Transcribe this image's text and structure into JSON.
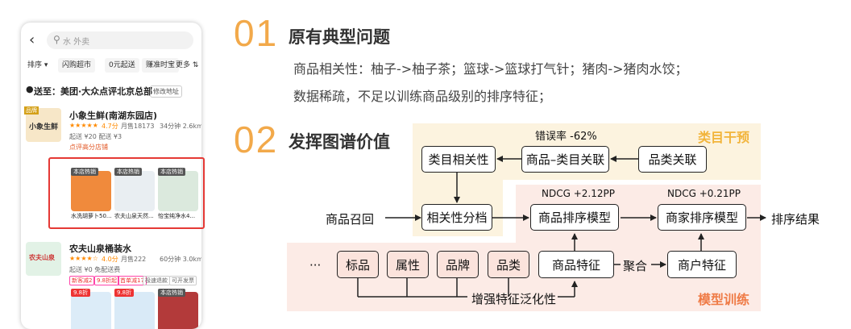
{
  "phone": {
    "back_icon": "chevron-left-icon",
    "search_placeholder": "水 外卖",
    "filters": [
      {
        "label": "排序 ▾"
      },
      {
        "label": "闪购超市"
      },
      {
        "label": "0元起送"
      },
      {
        "label": "赚准时宝"
      },
      {
        "label": "更多 ⇅"
      }
    ],
    "address": "送至：美团·大众点评北京总部",
    "address_edit": "修改地址",
    "stores": [
      {
        "logo_text": "小象生鲜",
        "logo_badge": "品牌",
        "name": "小象生鲜(南湖东园店)",
        "rating": "4.7分",
        "sales": "月售18173",
        "time_dist": "34分钟 2.6km",
        "delivery": "起送 ¥20  配送 ¥3",
        "note": "点评高分店铺",
        "products": [
          {
            "badge": "本店热销",
            "name": "水洗胡萝卜50...",
            "color": "#f08a3c"
          },
          {
            "badge": "本店热销",
            "name": "农夫山泉天然...",
            "color": "#e9eef2"
          },
          {
            "badge": "本店热销",
            "name": "怡宝纯净水4...",
            "color": "#dbe9dd"
          }
        ]
      },
      {
        "logo_text": "农夫山泉",
        "name": "农夫山泉桶装水",
        "rating": "4.0分",
        "sales": "月售222",
        "time_dist": "60分钟 3.0km",
        "delivery": "起送 ¥0  免配送费",
        "tags": [
          "新客减2",
          "9.8折起",
          "首单减17",
          "极速退款",
          "可开发票"
        ],
        "products": [
          {
            "badge": "9.8折",
            "color": "#dcecf8"
          },
          {
            "badge": "9.8折",
            "color": "#d9eaf7"
          },
          {
            "badge": "本店热销",
            "color": "#b33a3a"
          }
        ]
      }
    ]
  },
  "section1": {
    "number": "01",
    "title": "原有典型问题",
    "lines": [
      "商品相关性：柚子->柚子茶；篮球->篮球打气针；猪肉->猪肉水饺；",
      "数据稀疏，不足以训练商品级别的排序特征；"
    ]
  },
  "section2": {
    "number": "02",
    "title": "发挥图谱价值"
  },
  "diagram": {
    "colors": {
      "region_cream": "#fcf3df",
      "region_pink": "#fcebe6",
      "box_pink": "#fbe3dc",
      "title_yellow": "#f2b43a",
      "title_orange": "#ef7b46"
    },
    "region_top_title": "类目干预",
    "region_bottom_title": "模型训练",
    "error_rate": "错误率 -62%",
    "ndcg1": "NDCG +2.12PP",
    "ndcg2": "NDCG +0.21PP",
    "boxes": {
      "category_relevance": "类目相关性",
      "product_category_link": "商品–类目关联",
      "category_link": "品类关联",
      "relevance_tier": "相关性分档",
      "product_rank_model": "商品排序模型",
      "merchant_rank_model": "商家排序模型",
      "tag": "标品",
      "attribute": "属性",
      "brand": "品牌",
      "category": "品类",
      "product_feature": "商品特征",
      "merchant_feature": "商户特征"
    },
    "recall": "商品召回",
    "rank_result": "排序结果",
    "aggregate": "聚合",
    "ellipsis": "···",
    "enhance": "增强特征泛化性"
  }
}
